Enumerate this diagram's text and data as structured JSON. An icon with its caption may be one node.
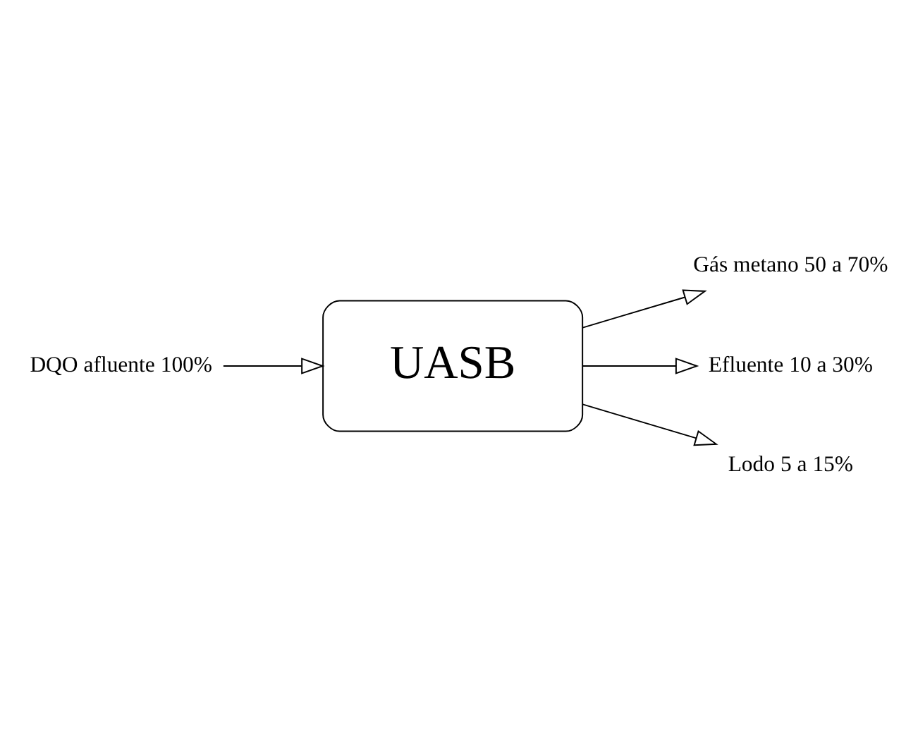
{
  "diagram": {
    "nodes": [
      {
        "text": [
          "DQO afluente 100%"
        ]
      },
      {
        "text": [
          "UASB"
        ]
      },
      {
        "text": [
          "Gás metano 50 a 70%"
        ]
      },
      {
        "text": [
          "Efluente 10 a 30%"
        ]
      },
      {
        "text": [
          "Lodo 5 a 15%"
        ]
      }
    ],
    "edges": [
      {
        "from": 0,
        "to": 1,
        "arrow": "to"
      },
      {
        "from": 1,
        "to": 2,
        "arrow": "to"
      },
      {
        "from": 1,
        "to": 3,
        "arrow": "to"
      },
      {
        "from": 1,
        "to": 4,
        "arrow": "to"
      }
    ]
  }
}
